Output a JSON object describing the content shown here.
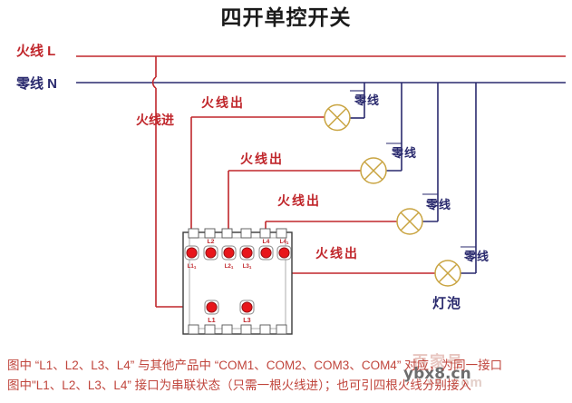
{
  "title": "四开单控开关",
  "wires": {
    "live_label": "火线 L",
    "neutral_label": "零线 N",
    "live_in_label": "火线进",
    "live_out_label": "火线出",
    "neutral_tag_label": "零线",
    "live_color": "#c0262b",
    "neutral_color": "#2a2a6e",
    "lamp_color": "#c9a441"
  },
  "live_out_labels": [
    "火线出",
    "火线出",
    "火线出",
    "火线出"
  ],
  "neutral_tags": [
    "零线",
    "零线",
    "零线",
    "零线"
  ],
  "bulb_label": "灯泡",
  "switch": {
    "top_terminals": [
      {
        "above": "",
        "below": "L1",
        "below_sub": "1"
      },
      {
        "above": "L2",
        "above_sub": "",
        "below": "",
        "below_sub": ""
      },
      {
        "above": "",
        "below": "L2",
        "below_sub": "1"
      },
      {
        "above": "",
        "below": "L3",
        "below_sub": "1"
      },
      {
        "above": "L4",
        "above_sub": "",
        "below": "",
        "below_sub": ""
      },
      {
        "above": "L4",
        "above_sub": "1",
        "below": "",
        "below_sub": ""
      }
    ],
    "bottom_terminals": [
      {
        "label": "L1"
      },
      {
        "label": "L3"
      }
    ]
  },
  "caption": {
    "line1": "图中 “L1、L2、L3、L4” 与其他产品中 “COM1、COM2、COM3、COM4” 对应，为同一接口",
    "line2": "图中\"L1、L2、L3、L4” 接口为串联状态（只需一根火线进）；也可引四根火线分别接入"
  },
  "watermark": {
    "text": "ybx8.cn",
    "ghost_text": "百家号",
    "ghost_text2": "x8. com"
  }
}
